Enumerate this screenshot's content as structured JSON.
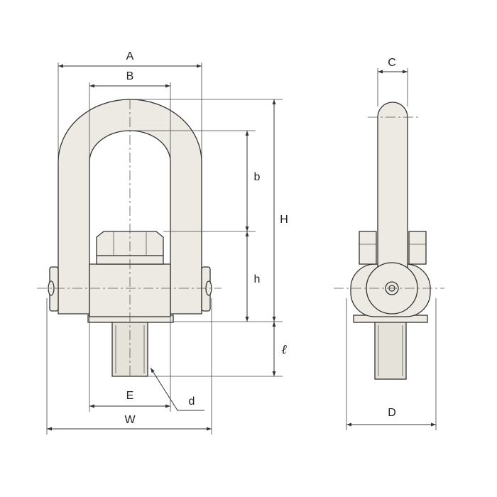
{
  "labels": {
    "A": "A",
    "B": "B",
    "C": "C",
    "b": "b",
    "H": "H",
    "h": "h",
    "l": "ℓ",
    "E": "E",
    "d": "d",
    "W": "W",
    "D": "D"
  },
  "colors": {
    "part_fill": "#eceae2",
    "line": "#333333"
  }
}
